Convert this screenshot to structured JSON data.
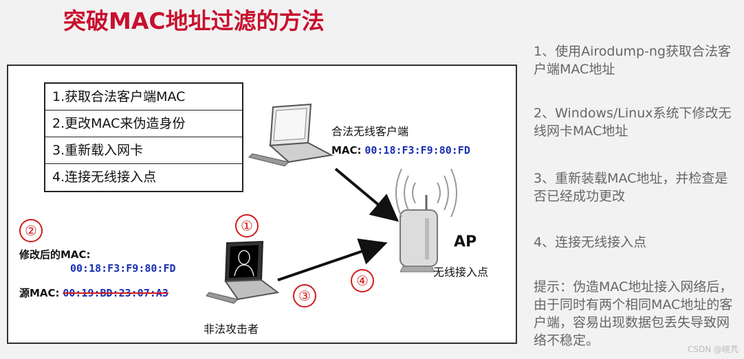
{
  "title": "突破MAC地址过滤的方法",
  "steps": [
    "1.获取合法客户端MAC",
    "2.更改MAC来伪造身份",
    "3.重新载入网卡",
    "4.连接无线接入点"
  ],
  "legit_client": {
    "label": "合法无线客户端",
    "mac_prefix": "MAC:",
    "mac": "00:18:F3:F9:80:FD"
  },
  "ap": {
    "label": "AP",
    "sublabel": "无线接入点"
  },
  "attacker": {
    "modified_label": "修改后的MAC:",
    "modified_mac": "00:18:F3:F9:80:FD",
    "source_prefix": "源MAC:",
    "source_mac": "00:19:BD:23:07:A3",
    "label": "非法攻击者"
  },
  "circled": [
    "①",
    "②",
    "③",
    "④"
  ],
  "notes": [
    "1、使用Airodump-ng获取合法客户端MAC地址",
    "2、Windows/Linux系统下修改无线网卡MAC地址",
    "3、重新装载MAC地址，并检查是否已经成功更改",
    "4、连接无线接入点",
    "提示：伪造MAC地址接入网络后，由于同时有两个相同MAC地址的客户端，容易出现数据包丢失导致网络不稳定。"
  ],
  "watermark": "CSDN @晓芃",
  "colors": {
    "title": "#c8102e",
    "accent_red": "#d21c1c",
    "mac_blue": "#1a2fb3",
    "note_text": "#666666"
  }
}
